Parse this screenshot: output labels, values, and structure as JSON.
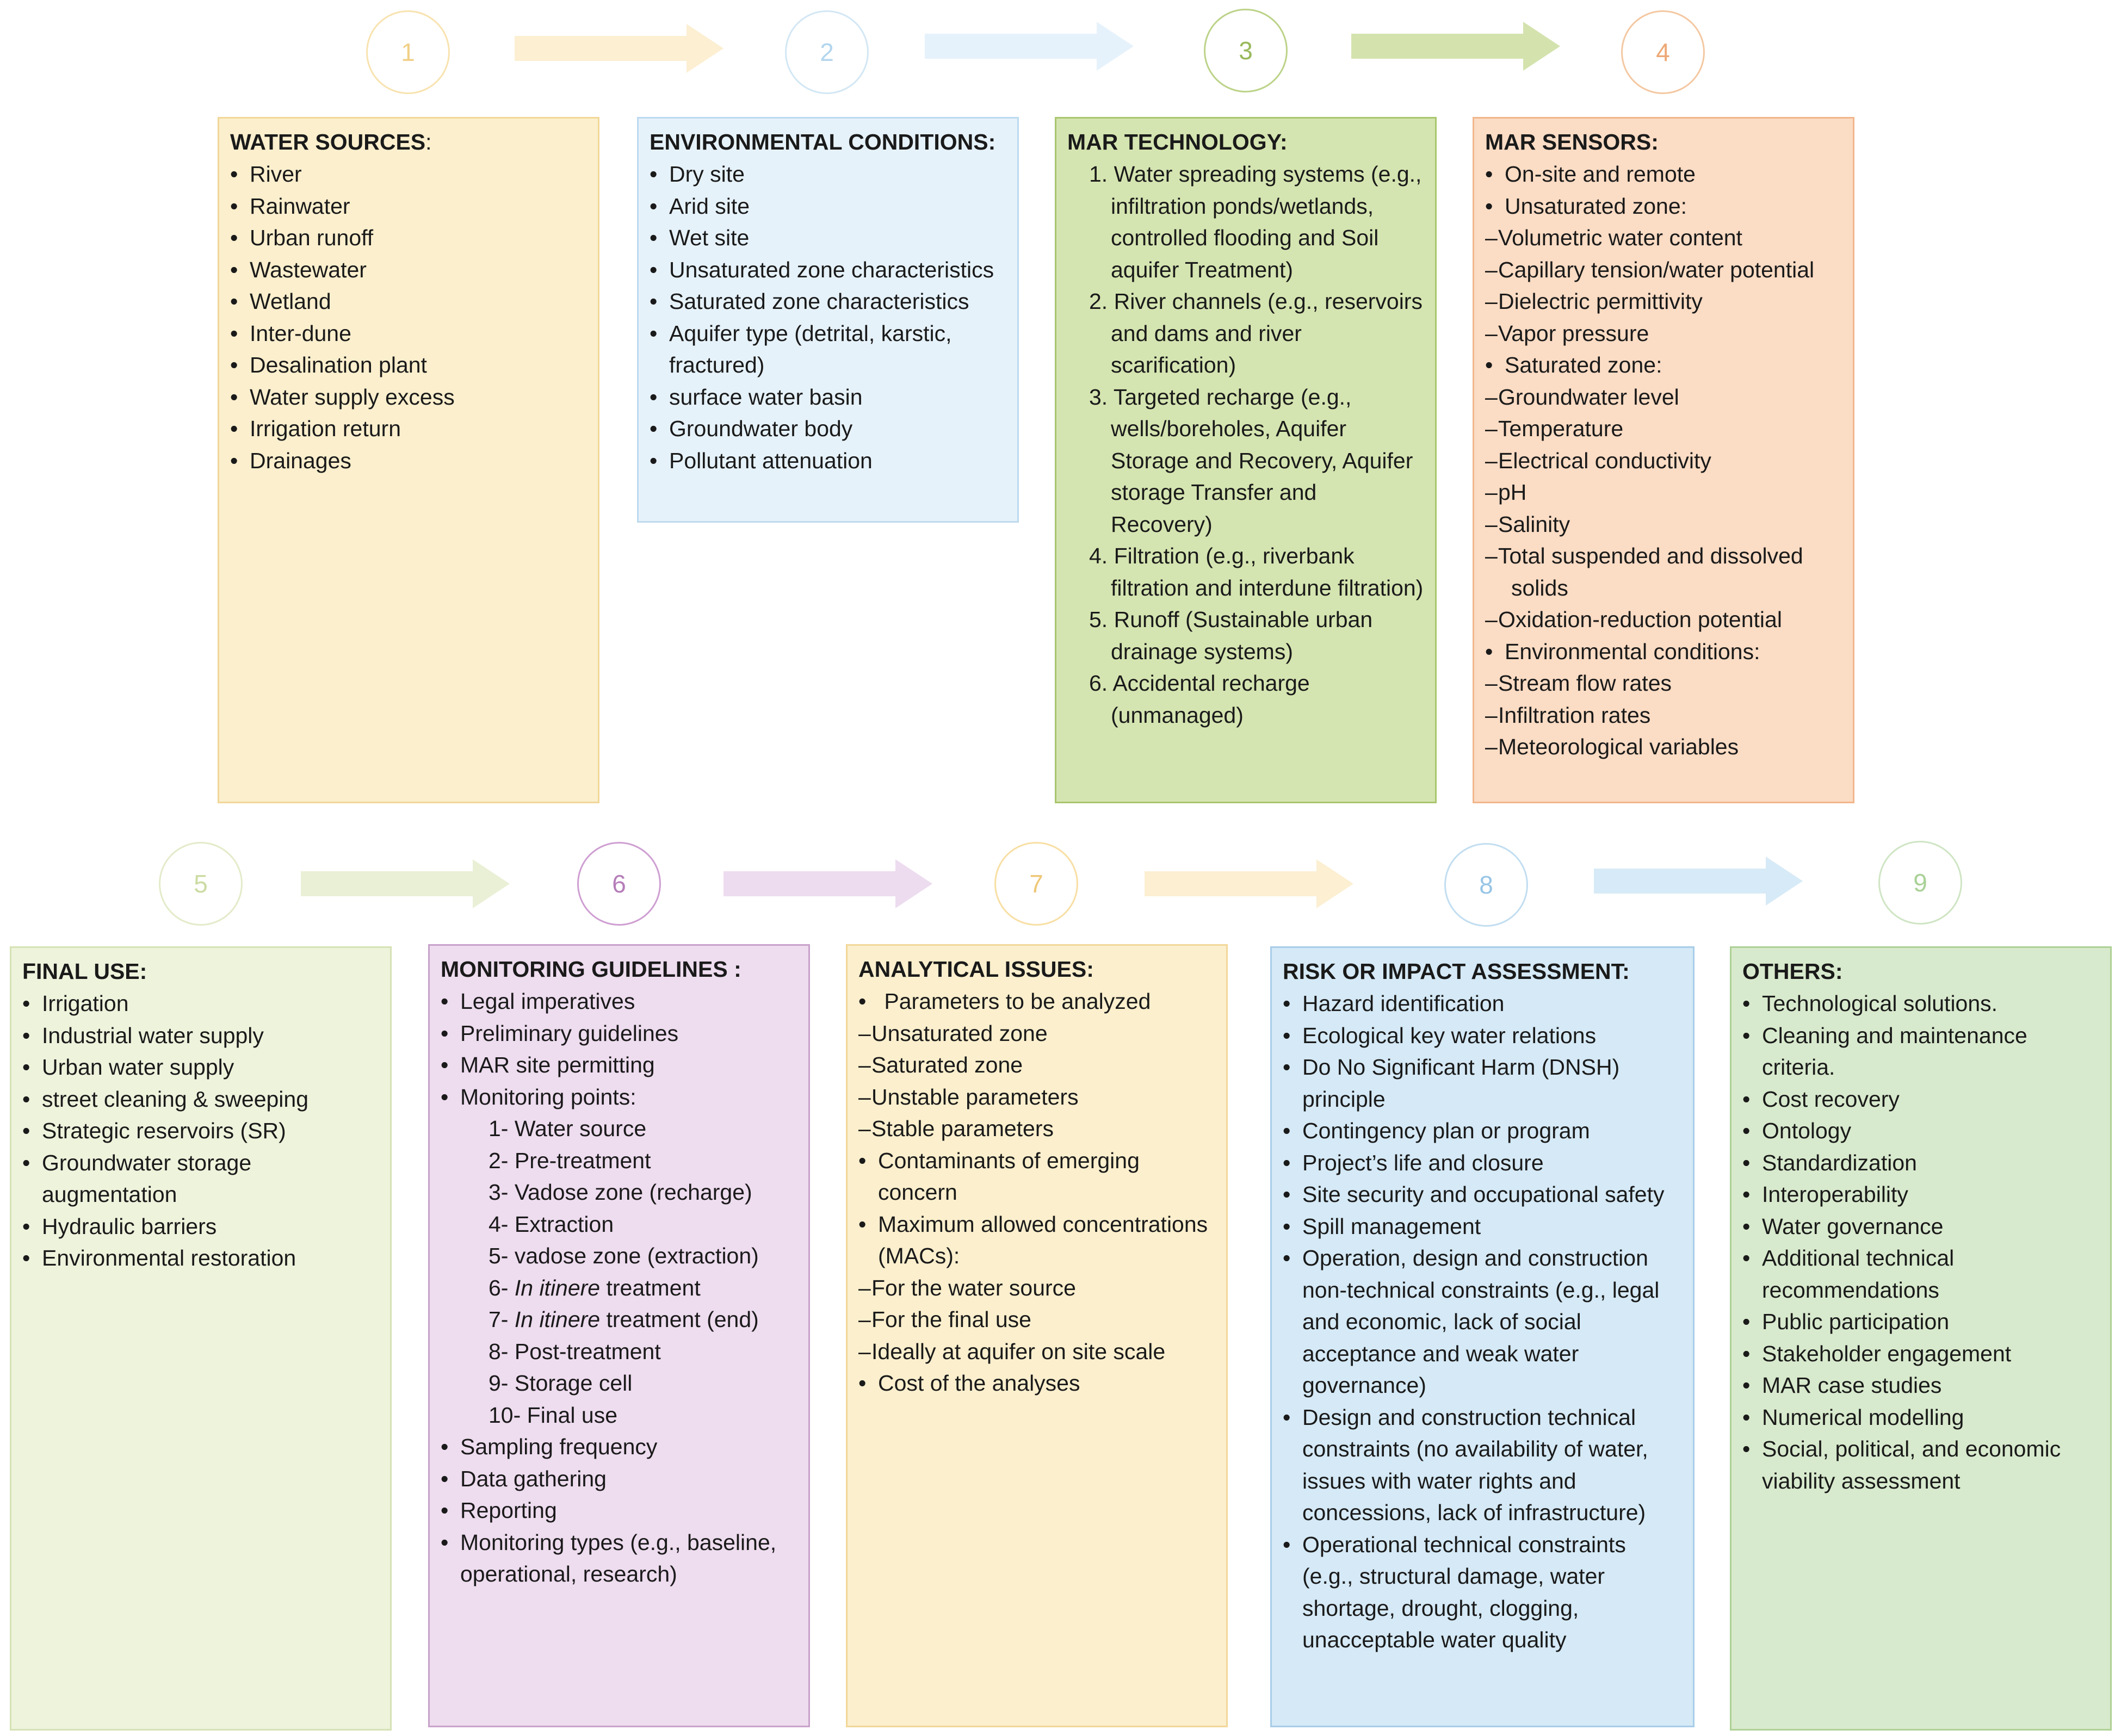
{
  "colors": {
    "yellow": "#fbefcd",
    "yellow_border": "#f2d799",
    "blue": "#e6f2fa",
    "blue_border": "#bcdaef",
    "green": "#d5e5b1",
    "green_border": "#a9c66e",
    "orange": "#fbdcc4",
    "orange_border": "#f2b68c",
    "lightgreen": "#eef3dc",
    "lightgreen_border": "#d5e2b4",
    "purple": "#eedcef",
    "purple_border": "#c8a2cb",
    "sky": "#d5e9f6",
    "sky_border": "#a8cde8",
    "mint": "#d8eacd",
    "mint_border": "#aed095"
  },
  "steps": [
    "1",
    "2",
    "3",
    "4",
    "5",
    "6",
    "7",
    "8",
    "9"
  ],
  "boxes": [
    {
      "title": "WATER SOURCES",
      "title_suffix": ":",
      "items": [
        {
          "t": "bullet",
          "text": "River"
        },
        {
          "t": "bullet",
          "text": "Rainwater"
        },
        {
          "t": "bullet",
          "text": "Urban runoff"
        },
        {
          "t": "bullet",
          "text": "Wastewater"
        },
        {
          "t": "bullet",
          "text": "Wetland"
        },
        {
          "t": "bullet",
          "text": "Inter-dune"
        },
        {
          "t": "bullet",
          "text": "Desalination plant"
        },
        {
          "t": "bullet",
          "text": "Water supply excess"
        },
        {
          "t": "bullet",
          "text": "Irrigation return"
        },
        {
          "t": "bullet",
          "text": "Drainages"
        }
      ]
    },
    {
      "title": "ENVIRONMENTAL CONDITIONS:",
      "title_suffix": "",
      "items": [
        {
          "t": "bullet",
          "text": "Dry site"
        },
        {
          "t": "bullet",
          "text": "Arid site"
        },
        {
          "t": "bullet",
          "text": "Wet site"
        },
        {
          "t": "bullet",
          "text": "Unsaturated zone characteristics"
        },
        {
          "t": "bullet",
          "text": "Saturated zone characteristics"
        },
        {
          "t": "bullet",
          "text": "Aquifer type (detrital, karstic, fractured)"
        },
        {
          "t": "bullet",
          "text": "surface water basin"
        },
        {
          "t": "bullet",
          "text": "Groundwater body"
        },
        {
          "t": "bullet",
          "text": "Pollutant attenuation"
        }
      ]
    },
    {
      "title": "MAR TECHNOLOGY:",
      "title_suffix": "",
      "items": [
        {
          "t": "num",
          "text": "1. Water spreading systems (e.g., infiltration ponds/wetlands, controlled flooding and Soil aquifer Treatment)"
        },
        {
          "t": "num",
          "text": "2. River channels (e.g., reservoirs  and dams and river scarification)"
        },
        {
          "t": "num",
          "text": "3. Targeted recharge (e.g., wells/boreholes,  Aquifer Storage and Recovery, Aquifer storage Transfer and Recovery)"
        },
        {
          "t": "num",
          "text": "4. Filtration (e.g., riverbank filtration and interdune filtration)"
        },
        {
          "t": "num",
          "text": "5. Runoff (Sustainable urban drainage systems)"
        },
        {
          "t": "num",
          "text": "6. Accidental recharge (unmanaged)"
        }
      ]
    },
    {
      "title": "MAR SENSORS:",
      "title_suffix": "",
      "items": [
        {
          "t": "bullet",
          "text": "On-site and remote"
        },
        {
          "t": "bullet",
          "text": "Unsaturated zone:"
        },
        {
          "t": "dash",
          "text": "Volumetric water content"
        },
        {
          "t": "dash",
          "text": "Capillary tension/water potential"
        },
        {
          "t": "dash",
          "text": "Dielectric permittivity"
        },
        {
          "t": "dash",
          "text": "Vapor pressure"
        },
        {
          "t": "bullet",
          "text": "Saturated zone:"
        },
        {
          "t": "dash",
          "text": "Groundwater level"
        },
        {
          "t": "dash",
          "text": "Temperature"
        },
        {
          "t": "dash",
          "text": "Electrical conductivity"
        },
        {
          "t": "dash",
          "text": "pH"
        },
        {
          "t": "dash",
          "text": "Salinity"
        },
        {
          "t": "dash",
          "text": "Total suspended and dissolved solids"
        },
        {
          "t": "dash",
          "text": "Oxidation-reduction potential"
        },
        {
          "t": "bullet",
          "text": "Environmental conditions:"
        },
        {
          "t": "dash",
          "text": "Stream flow rates"
        },
        {
          "t": "dash",
          "text": "Infiltration rates"
        },
        {
          "t": "dash",
          "text": "Meteorological variables"
        }
      ]
    },
    {
      "title": "FINAL USE:",
      "title_suffix": "",
      "items": [
        {
          "t": "bullet",
          "text": "Irrigation"
        },
        {
          "t": "bullet",
          "text": "Industrial water supply"
        },
        {
          "t": "bullet",
          "text": "Urban water supply"
        },
        {
          "t": "bullet",
          "text": "street cleaning & sweeping"
        },
        {
          "t": "bullet",
          "text": "Strategic reservoirs  (SR)"
        },
        {
          "t": "bullet",
          "text": "Groundwater storage augmentation"
        },
        {
          "t": "bullet",
          "text": "Hydraulic barriers"
        },
        {
          "t": "bullet",
          "text": "Environmental restoration"
        }
      ]
    },
    {
      "title": "MONITORING GUIDELINES :",
      "title_suffix": "",
      "items": [
        {
          "t": "bullet",
          "text": "Legal imperatives"
        },
        {
          "t": "bullet",
          "text": "Preliminary guidelines"
        },
        {
          "t": "bullet",
          "text": "MAR site permitting"
        },
        {
          "t": "bullet",
          "text": "Monitoring points:"
        },
        {
          "t": "sub",
          "text": "1- Water source"
        },
        {
          "t": "sub",
          "text": "2- Pre-treatment"
        },
        {
          "t": "sub",
          "text": "3- Vadose zone (recharge)"
        },
        {
          "t": "sub",
          "text": "4- Extraction"
        },
        {
          "t": "sub",
          "text": "5- vadose zone (extraction)"
        },
        {
          "t": "sub",
          "pre": "6- ",
          "em": "In itinere",
          "post": " treatment"
        },
        {
          "t": "sub",
          "pre": "7- ",
          "em": "In itinere",
          "post": " treatment (end)"
        },
        {
          "t": "sub",
          "text": "8- Post-treatment"
        },
        {
          "t": "sub",
          "text": "9- Storage cell"
        },
        {
          "t": "sub",
          "text": "10- Final use"
        },
        {
          "t": "bullet",
          "text": "Sampling frequency"
        },
        {
          "t": "bullet",
          "text": "Data gathering"
        },
        {
          "t": "bullet",
          "text": "Reporting"
        },
        {
          "t": "bullet",
          "text": "Monitoring types (e.g., baseline, operational, research)"
        }
      ]
    },
    {
      "title": "ANALYTICAL ISSUES:",
      "title_suffix": "",
      "items": [
        {
          "t": "bullet",
          "text": " Parameters to be analyzed"
        },
        {
          "t": "dash",
          "text": "Unsaturated zone"
        },
        {
          "t": "dash",
          "text": "Saturated zone"
        },
        {
          "t": "dash",
          "text": "Unstable parameters"
        },
        {
          "t": "dash",
          "text": "Stable parameters"
        },
        {
          "t": "bullet",
          "text": "Contaminants of emerging concern"
        },
        {
          "t": "bullet",
          "text": "Maximum allowed concentrations (MACs):"
        },
        {
          "t": "dash",
          "text": "For the water source"
        },
        {
          "t": "dash",
          "text": "For the final use"
        },
        {
          "t": "dash",
          "text": "Ideally at aquifer on site scale"
        },
        {
          "t": "bullet",
          "text": "Cost of the analyses"
        }
      ]
    },
    {
      "title": "RISK OR IMPACT ASSESSMENT:",
      "title_suffix": "",
      "items": [
        {
          "t": "bullet",
          "text": "Hazard identification"
        },
        {
          "t": "bullet",
          "text": "Ecological key water relations"
        },
        {
          "t": "bullet",
          "text": "Do No Significant Harm (DNSH) principle"
        },
        {
          "t": "bullet",
          "text": "Contingency plan or program"
        },
        {
          "t": "bullet",
          "text": "Project’s life and closure"
        },
        {
          "t": "bullet",
          "text": "Site security and occupational safety"
        },
        {
          "t": "bullet",
          "text": "Spill management"
        },
        {
          "t": "bullet",
          "text": "Operation, design and construction non-technical constraints (e.g., legal and economic, lack of social acceptance and weak water governance)"
        },
        {
          "t": "bullet",
          "text": "Design and construction technical constraints (no availability of water, issues with water rights and concessions, lack of infrastructure)"
        },
        {
          "t": "bullet",
          "text": "Operational technical constraints (e.g., structural damage, water shortage, drought, clogging, unacceptable water quality"
        }
      ]
    },
    {
      "title": "OTHERS:",
      "title_suffix": "",
      "items": [
        {
          "t": "bullet",
          "text": "Technological solutions."
        },
        {
          "t": "bullet",
          "text": "Cleaning and maintenance criteria."
        },
        {
          "t": "bullet",
          "text": "Cost recovery"
        },
        {
          "t": "bullet",
          "text": "Ontology"
        },
        {
          "t": "bullet",
          "text": "Standardization"
        },
        {
          "t": "bullet",
          "text": "Interoperability"
        },
        {
          "t": "bullet",
          "text": "Water governance"
        },
        {
          "t": "bullet",
          "text": "Additional technical recommendations"
        },
        {
          "t": "bullet",
          "text": "Public participation"
        },
        {
          "t": "bullet",
          "text": "Stakeholder engagement"
        },
        {
          "t": "bullet",
          "text": "MAR case studies"
        },
        {
          "t": "bullet",
          "text": "Numerical modelling"
        },
        {
          "t": "bullet",
          "text": "Social, political, and economic viability assessment"
        }
      ]
    }
  ]
}
